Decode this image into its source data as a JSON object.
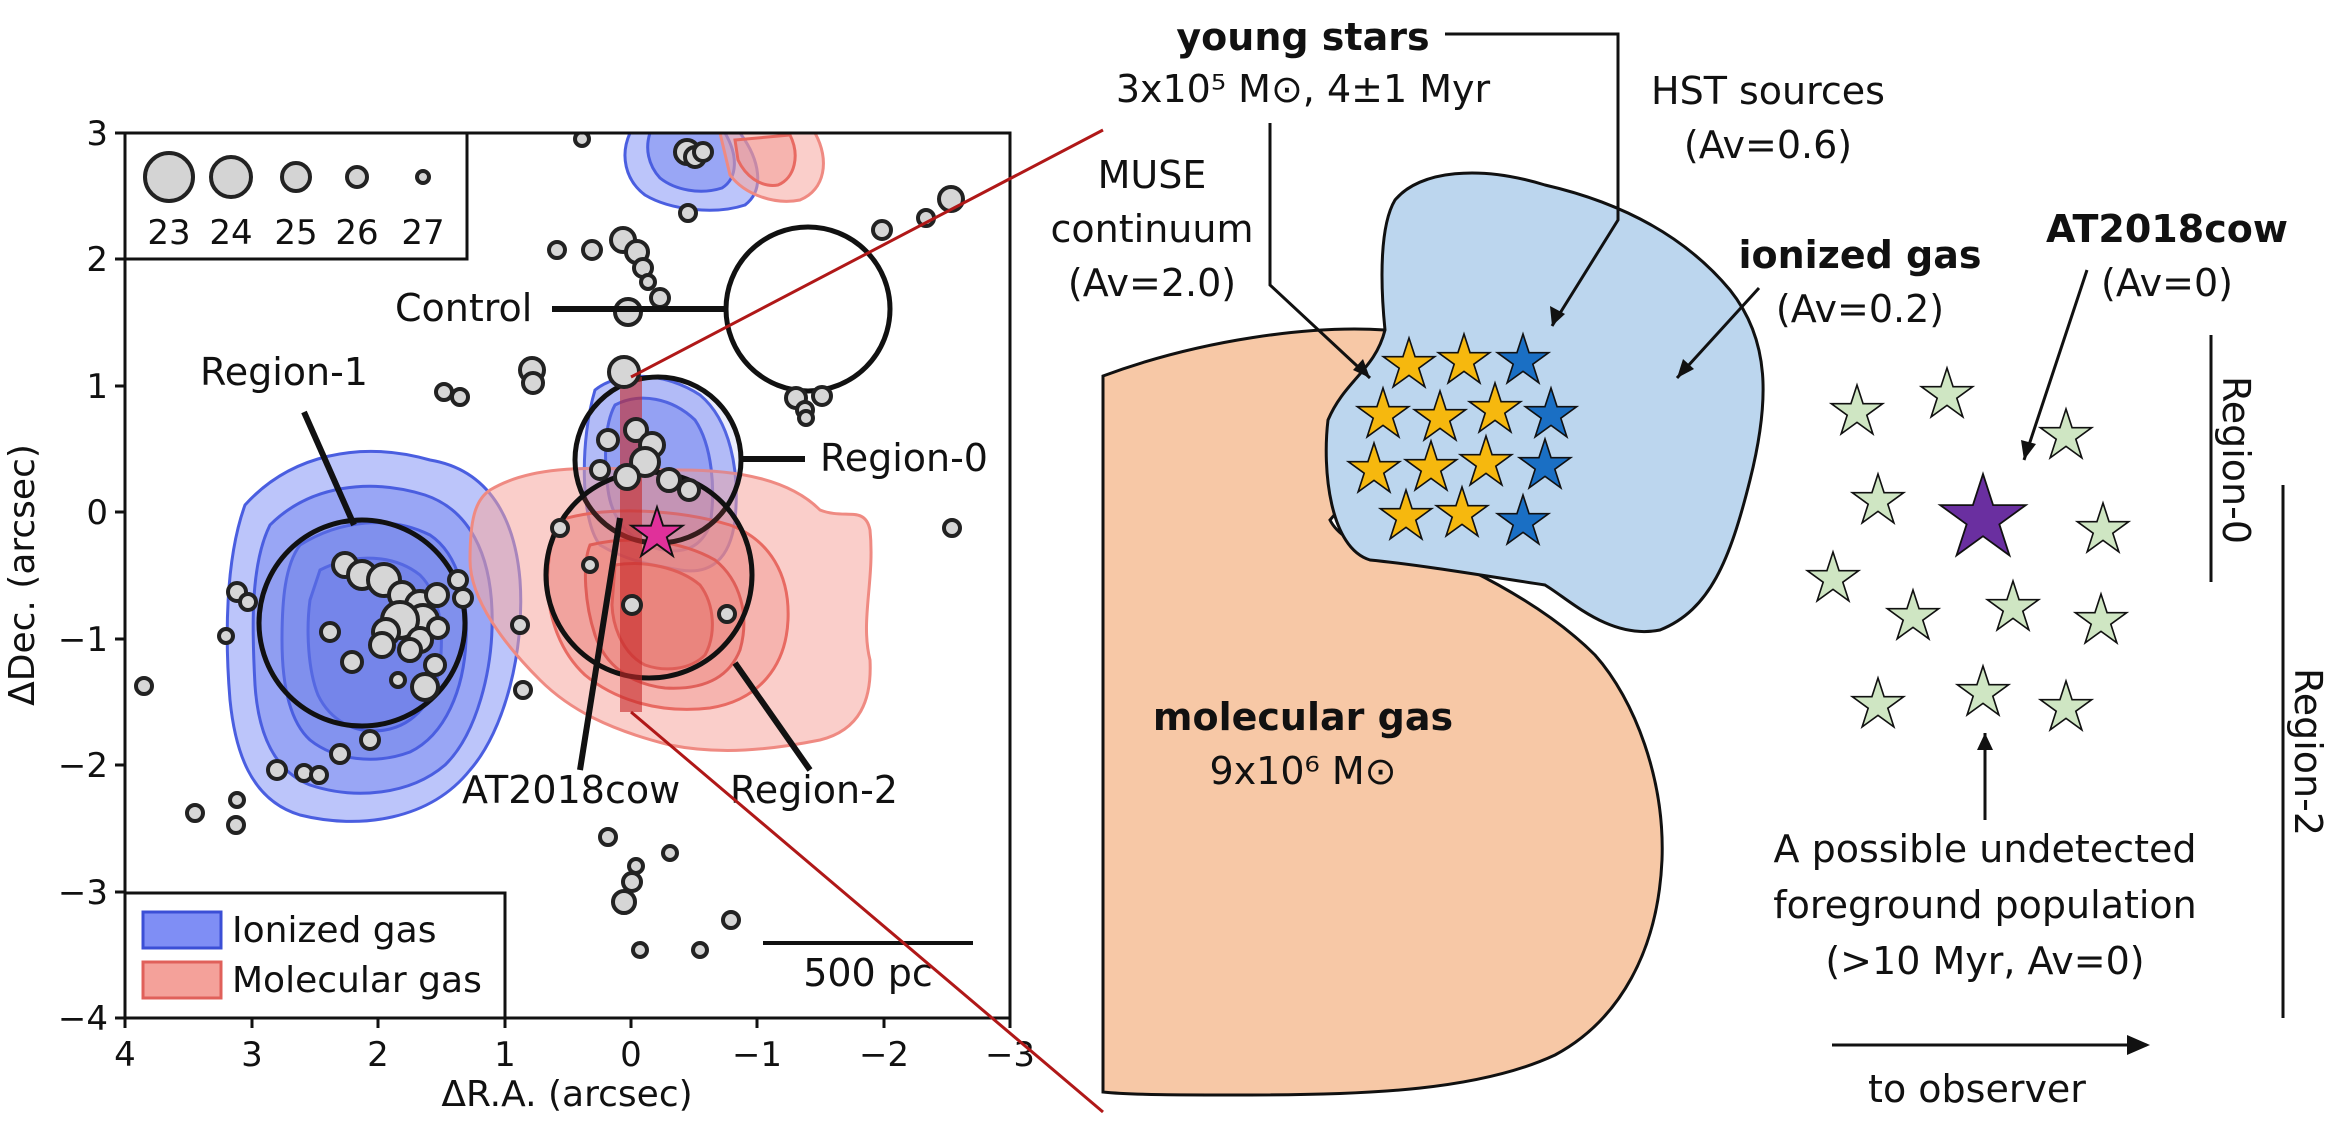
{
  "left_panel": {
    "xlabel": "ΔR.A. (arcsec)",
    "ylabel": "ΔDec. (arcsec)",
    "x_ticks": [
      "4",
      "3",
      "2",
      "1",
      "0",
      "−1",
      "−2",
      "−3"
    ],
    "y_ticks": [
      "3",
      "2",
      "1",
      "0",
      "−1",
      "−2",
      "−3",
      "−4"
    ],
    "size_key": [
      "23",
      "24",
      "25",
      "26",
      "27"
    ],
    "labels": {
      "control": "Control",
      "region1": "Region-1",
      "region0": "Region-0",
      "region2": "Region-2",
      "at2018cow": "AT2018cow",
      "scalebar": "500 pc"
    },
    "legend": {
      "ionized": "Ionized gas",
      "molecular": "Molecular gas"
    }
  },
  "right_panel": {
    "young_stars_title": "young stars",
    "young_stars_sub": "3x10⁵ M⊙, 4±1 Myr",
    "hst_line1": "HST sources",
    "hst_line2": "(Av=0.6)",
    "muse_line1": "MUSE",
    "muse_line2": "continuum",
    "muse_line3": "(Av=2.0)",
    "ionized_title": "ionized gas",
    "ionized_sub": "(Av=0.2)",
    "cow_title": "AT2018cow",
    "cow_sub": "(Av=0)",
    "molecular_title": "molecular gas",
    "molecular_sub": "9x10⁶ M⊙",
    "fg_line1": "A possible undetected",
    "fg_line2": "foreground population",
    "fg_line3": "(>10 Myr, Av=0)",
    "region0": "Region-0",
    "region2": "Region-2",
    "observer": "to observer"
  },
  "colors": {
    "ionized_fill": "#7f8ef5",
    "ionized_line": "#3b4fd6",
    "molecular_fill": "#f4a19a",
    "molecular_line": "#e0605a",
    "pink_star": "#e0309a",
    "yellow_star": "#f6b80e",
    "blue_star": "#1a6fc4",
    "green_star": "#cfe6c3",
    "purple_star": "#6a2fa0",
    "cloud_blue": "#bcd6ee",
    "cloud_peach": "#f7c8a6",
    "connector": "#b01818"
  }
}
